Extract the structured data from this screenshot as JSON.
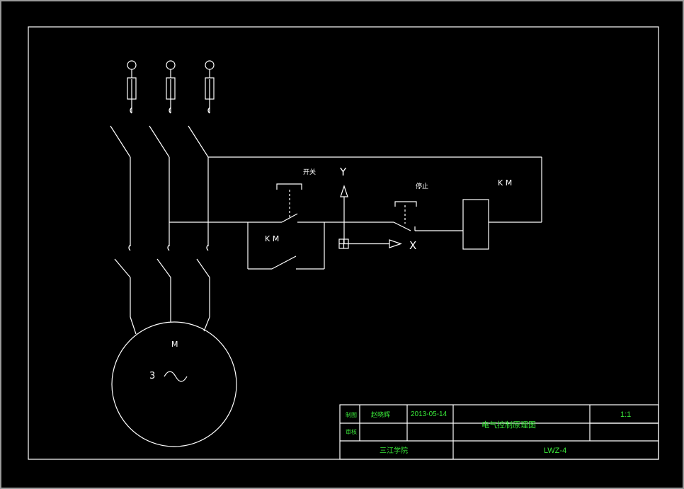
{
  "diagram": {
    "labels": {
      "stop_button": "开关",
      "start_button": "停止",
      "contactor_coil": "K M",
      "holding_contact": "K M",
      "motor_letter": "M",
      "motor_phase": "3",
      "spindle_y": "Y",
      "spindle_x": "X"
    }
  },
  "title_block": {
    "row1_label": "制图",
    "designer": "赵晓辉",
    "date": "2013-05-14",
    "drawing_title": "电气控制原理图",
    "scale": "1:1",
    "row2_label": "审核",
    "school": "三江学院",
    "drawing_number": "LWZ-4"
  },
  "colors": {
    "background": "#000000",
    "lines": "#ffffff",
    "text_green": "#39e639"
  }
}
